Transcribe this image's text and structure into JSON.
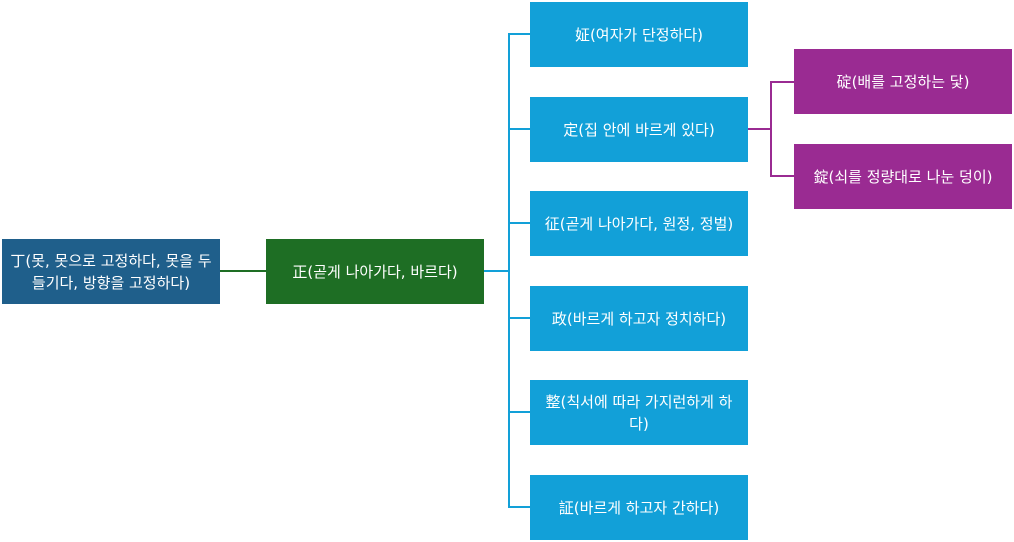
{
  "colors": {
    "root": "#1f5f8b",
    "middle": "#1e6e24",
    "child": "#12a0d8",
    "leaf": "#9a2b92",
    "connector_green": "#1e6e24",
    "connector_blue": "#12a0d8",
    "connector_purple": "#9a2b92"
  },
  "tree": {
    "root": {
      "label": "丁(못, 못으로 고정하다, 못을 두들기다, 방향을 고정하다)"
    },
    "middle": {
      "label": "正(곧게 나아가다, 바르다)"
    },
    "children": [
      {
        "label": "姃(여자가 단정하다)"
      },
      {
        "label": "定(집 안에 바르게 있다)"
      },
      {
        "label": "征(곧게 나아가다, 원정, 정벌)"
      },
      {
        "label": "政(바르게 하고자 정치하다)"
      },
      {
        "label": "整(칙서에 따라 가지런하게 하다)"
      },
      {
        "label": "証(바르게 하고자 간하다)"
      }
    ],
    "leaves": [
      {
        "label": "碇(배를 고정하는 닻)"
      },
      {
        "label": "錠(쇠를 정량대로 나눈 덩이)"
      }
    ]
  }
}
